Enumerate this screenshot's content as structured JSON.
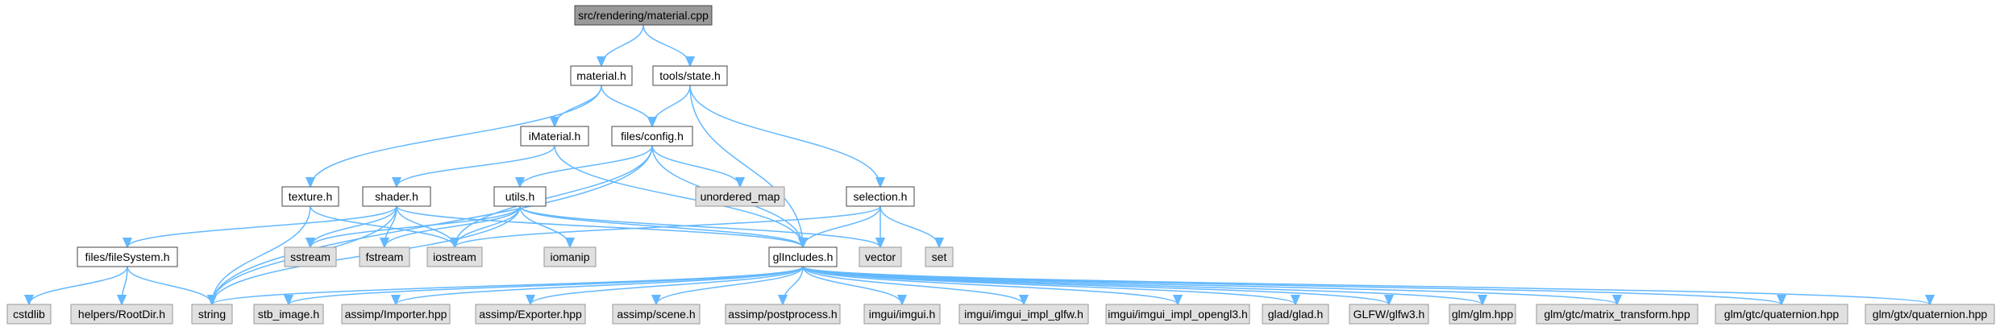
{
  "colors": {
    "edge": "#63b8ff",
    "root_fill": "#999999",
    "local_fill": "#ffffff",
    "system_fill": "#e0e0e0",
    "border_dark": "#444444",
    "border_system": "#999999"
  },
  "graph": {
    "root": "src/rendering/material.cpp",
    "nodes": [
      {
        "id": "root",
        "label": "src/rendering/material.cpp",
        "kind": "root"
      },
      {
        "id": "material",
        "label": "material.h",
        "kind": "local"
      },
      {
        "id": "state",
        "label": "tools/state.h",
        "kind": "local"
      },
      {
        "id": "imaterial",
        "label": "iMaterial.h",
        "kind": "local"
      },
      {
        "id": "config",
        "label": "files/config.h",
        "kind": "local"
      },
      {
        "id": "texture",
        "label": "texture.h",
        "kind": "local"
      },
      {
        "id": "shader",
        "label": "shader.h",
        "kind": "local"
      },
      {
        "id": "utils",
        "label": "utils.h",
        "kind": "local"
      },
      {
        "id": "unordered_map",
        "label": "unordered_map",
        "kind": "system"
      },
      {
        "id": "selection",
        "label": "selection.h",
        "kind": "local"
      },
      {
        "id": "filesystem",
        "label": "files/fileSystem.h",
        "kind": "local"
      },
      {
        "id": "sstream",
        "label": "sstream",
        "kind": "system"
      },
      {
        "id": "fstream",
        "label": "fstream",
        "kind": "system"
      },
      {
        "id": "iostream",
        "label": "iostream",
        "kind": "system"
      },
      {
        "id": "iomanip",
        "label": "iomanip",
        "kind": "system"
      },
      {
        "id": "glincludes",
        "label": "glIncludes.h",
        "kind": "local"
      },
      {
        "id": "vector",
        "label": "vector",
        "kind": "system"
      },
      {
        "id": "set",
        "label": "set",
        "kind": "system"
      },
      {
        "id": "cstdlib",
        "label": "cstdlib",
        "kind": "system"
      },
      {
        "id": "rootdir",
        "label": "helpers/RootDir.h",
        "kind": "system"
      },
      {
        "id": "string",
        "label": "string",
        "kind": "system"
      },
      {
        "id": "stb_image",
        "label": "stb_image.h",
        "kind": "system"
      },
      {
        "id": "importer",
        "label": "assimp/Importer.hpp",
        "kind": "system"
      },
      {
        "id": "exporter",
        "label": "assimp/Exporter.hpp",
        "kind": "system"
      },
      {
        "id": "scene",
        "label": "assimp/scene.h",
        "kind": "system"
      },
      {
        "id": "postprocess",
        "label": "assimp/postprocess.h",
        "kind": "system"
      },
      {
        "id": "imgui",
        "label": "imgui/imgui.h",
        "kind": "system"
      },
      {
        "id": "imgui_glfw",
        "label": "imgui/imgui_impl_glfw.h",
        "kind": "system"
      },
      {
        "id": "imgui_opengl3",
        "label": "imgui/imgui_impl_opengl3.h",
        "kind": "system"
      },
      {
        "id": "glad",
        "label": "glad/glad.h",
        "kind": "system"
      },
      {
        "id": "glfw",
        "label": "GLFW/glfw3.h",
        "kind": "system"
      },
      {
        "id": "glm",
        "label": "glm/glm.hpp",
        "kind": "system"
      },
      {
        "id": "glm_mt",
        "label": "glm/gtc/matrix_transform.hpp",
        "kind": "system"
      },
      {
        "id": "glm_gtc_q",
        "label": "glm/gtc/quaternion.hpp",
        "kind": "system"
      },
      {
        "id": "glm_gtx_q",
        "label": "glm/gtx/quaternion.hpp",
        "kind": "system"
      }
    ],
    "edges": [
      [
        "root",
        "material"
      ],
      [
        "root",
        "state"
      ],
      [
        "material",
        "imaterial"
      ],
      [
        "material",
        "config"
      ],
      [
        "material",
        "texture"
      ],
      [
        "state",
        "config"
      ],
      [
        "state",
        "glincludes"
      ],
      [
        "state",
        "selection"
      ],
      [
        "imaterial",
        "shader"
      ],
      [
        "imaterial",
        "glincludes"
      ],
      [
        "config",
        "utils"
      ],
      [
        "config",
        "unordered_map"
      ],
      [
        "config",
        "iostream"
      ],
      [
        "config",
        "glincludes"
      ],
      [
        "config",
        "string"
      ],
      [
        "texture",
        "iostream"
      ],
      [
        "texture",
        "string"
      ],
      [
        "shader",
        "filesystem"
      ],
      [
        "shader",
        "sstream"
      ],
      [
        "shader",
        "fstream"
      ],
      [
        "shader",
        "iostream"
      ],
      [
        "shader",
        "glincludes"
      ],
      [
        "shader",
        "string"
      ],
      [
        "utils",
        "sstream"
      ],
      [
        "utils",
        "fstream"
      ],
      [
        "utils",
        "iostream"
      ],
      [
        "utils",
        "iomanip"
      ],
      [
        "utils",
        "glincludes"
      ],
      [
        "utils",
        "vector"
      ],
      [
        "utils",
        "string"
      ],
      [
        "selection",
        "glincludes"
      ],
      [
        "selection",
        "vector"
      ],
      [
        "selection",
        "set"
      ],
      [
        "selection",
        "iostream"
      ],
      [
        "filesystem",
        "cstdlib"
      ],
      [
        "filesystem",
        "rootdir"
      ],
      [
        "filesystem",
        "string"
      ],
      [
        "glincludes",
        "string"
      ],
      [
        "glincludes",
        "stb_image"
      ],
      [
        "glincludes",
        "importer"
      ],
      [
        "glincludes",
        "exporter"
      ],
      [
        "glincludes",
        "scene"
      ],
      [
        "glincludes",
        "postprocess"
      ],
      [
        "glincludes",
        "imgui"
      ],
      [
        "glincludes",
        "imgui_glfw"
      ],
      [
        "glincludes",
        "imgui_opengl3"
      ],
      [
        "glincludes",
        "glad"
      ],
      [
        "glincludes",
        "glfw"
      ],
      [
        "glincludes",
        "glm"
      ],
      [
        "glincludes",
        "glm_mt"
      ],
      [
        "glincludes",
        "glm_gtc_q"
      ],
      [
        "glincludes",
        "glm_gtx_q"
      ]
    ]
  }
}
